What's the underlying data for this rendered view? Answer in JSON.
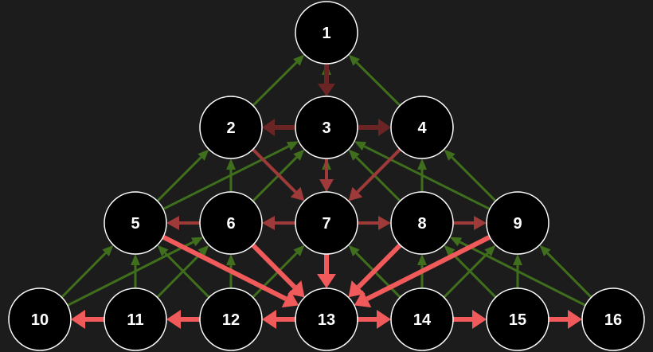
{
  "diagram": {
    "type": "directed-graph",
    "node_fill": "#000000",
    "node_stroke": "#ffffff",
    "label_color": "#ffffff",
    "edge_colors": {
      "green": "#3f6e1c",
      "dark_red": "#6a2424",
      "mid_red": "#9e3a3a",
      "bright_red": "#f05a5a"
    },
    "nodes": [
      {
        "id": 1,
        "label": "1"
      },
      {
        "id": 2,
        "label": "2"
      },
      {
        "id": 3,
        "label": "3"
      },
      {
        "id": 4,
        "label": "4"
      },
      {
        "id": 5,
        "label": "5"
      },
      {
        "id": 6,
        "label": "6"
      },
      {
        "id": 7,
        "label": "7"
      },
      {
        "id": 8,
        "label": "8"
      },
      {
        "id": 9,
        "label": "9"
      },
      {
        "id": 10,
        "label": "10"
      },
      {
        "id": 11,
        "label": "11"
      },
      {
        "id": 12,
        "label": "12"
      },
      {
        "id": 13,
        "label": "13"
      },
      {
        "id": 14,
        "label": "14"
      },
      {
        "id": 15,
        "label": "15"
      },
      {
        "id": 16,
        "label": "16"
      }
    ],
    "edges": [
      {
        "from": 2,
        "to": 1,
        "color": "green"
      },
      {
        "from": 4,
        "to": 1,
        "color": "green"
      },
      {
        "from": 3,
        "to": 1,
        "color": "green"
      },
      {
        "from": 1,
        "to": 3,
        "color": "dark_red"
      },
      {
        "from": 3,
        "to": 2,
        "color": "dark_red"
      },
      {
        "from": 3,
        "to": 4,
        "color": "dark_red"
      },
      {
        "from": 5,
        "to": 2,
        "color": "green"
      },
      {
        "from": 5,
        "to": 3,
        "color": "green"
      },
      {
        "from": 6,
        "to": 2,
        "color": "green"
      },
      {
        "from": 6,
        "to": 3,
        "color": "green"
      },
      {
        "from": 7,
        "to": 3,
        "color": "green"
      },
      {
        "from": 8,
        "to": 3,
        "color": "green"
      },
      {
        "from": 8,
        "to": 4,
        "color": "green"
      },
      {
        "from": 9,
        "to": 3,
        "color": "green"
      },
      {
        "from": 9,
        "to": 4,
        "color": "green"
      },
      {
        "from": 2,
        "to": 7,
        "color": "mid_red"
      },
      {
        "from": 3,
        "to": 7,
        "color": "mid_red"
      },
      {
        "from": 4,
        "to": 7,
        "color": "mid_red"
      },
      {
        "from": 6,
        "to": 5,
        "color": "mid_red"
      },
      {
        "from": 7,
        "to": 6,
        "color": "mid_red"
      },
      {
        "from": 7,
        "to": 8,
        "color": "mid_red"
      },
      {
        "from": 8,
        "to": 9,
        "color": "mid_red"
      },
      {
        "from": 10,
        "to": 5,
        "color": "green"
      },
      {
        "from": 10,
        "to": 6,
        "color": "green"
      },
      {
        "from": 11,
        "to": 5,
        "color": "green"
      },
      {
        "from": 11,
        "to": 6,
        "color": "green"
      },
      {
        "from": 12,
        "to": 5,
        "color": "green"
      },
      {
        "from": 12,
        "to": 6,
        "color": "green"
      },
      {
        "from": 12,
        "to": 7,
        "color": "green"
      },
      {
        "from": 14,
        "to": 7,
        "color": "green"
      },
      {
        "from": 14,
        "to": 8,
        "color": "green"
      },
      {
        "from": 14,
        "to": 9,
        "color": "green"
      },
      {
        "from": 15,
        "to": 8,
        "color": "green"
      },
      {
        "from": 15,
        "to": 9,
        "color": "green"
      },
      {
        "from": 16,
        "to": 8,
        "color": "green"
      },
      {
        "from": 16,
        "to": 9,
        "color": "green"
      },
      {
        "from": 5,
        "to": 13,
        "color": "bright_red"
      },
      {
        "from": 6,
        "to": 13,
        "color": "bright_red"
      },
      {
        "from": 7,
        "to": 13,
        "color": "bright_red"
      },
      {
        "from": 8,
        "to": 13,
        "color": "bright_red"
      },
      {
        "from": 9,
        "to": 13,
        "color": "bright_red"
      },
      {
        "from": 11,
        "to": 10,
        "color": "bright_red"
      },
      {
        "from": 12,
        "to": 11,
        "color": "bright_red"
      },
      {
        "from": 13,
        "to": 12,
        "color": "bright_red"
      },
      {
        "from": 13,
        "to": 14,
        "color": "bright_red"
      },
      {
        "from": 14,
        "to": 15,
        "color": "bright_red"
      },
      {
        "from": 15,
        "to": 16,
        "color": "bright_red"
      }
    ]
  }
}
